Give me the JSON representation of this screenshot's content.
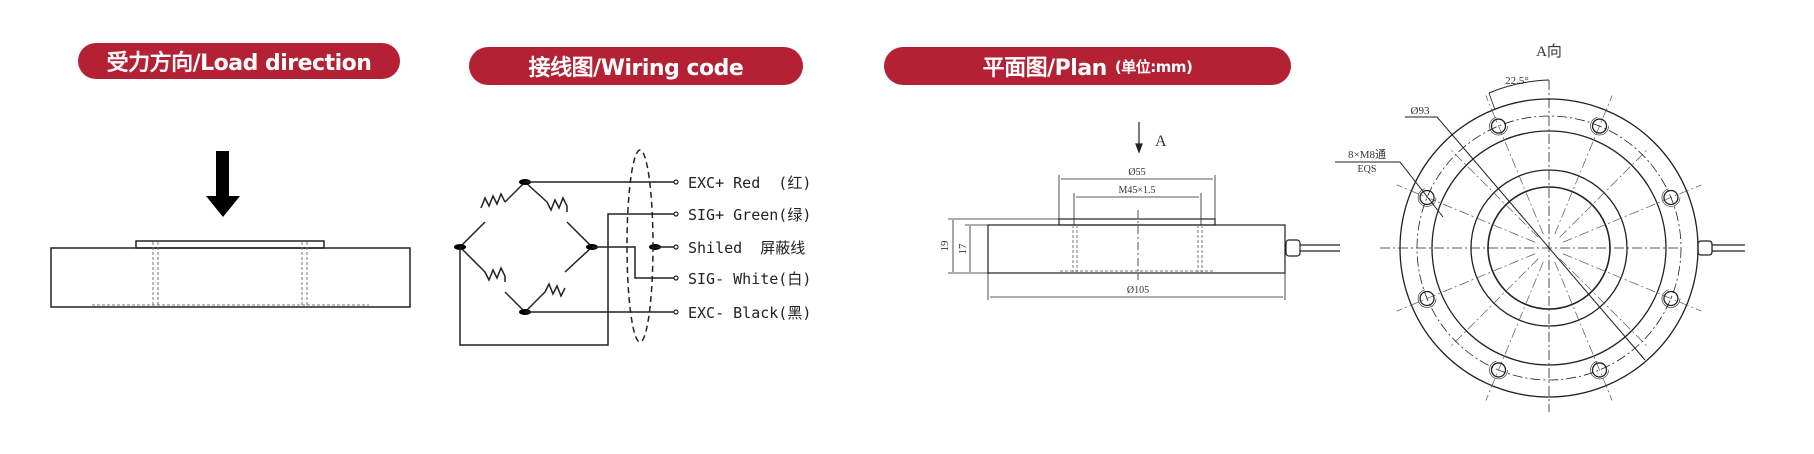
{
  "headers": {
    "load": "受力方向/Load direction",
    "wiring": "接线图/Wiring code",
    "plan": "平面图/Plan",
    "plan_unit": "(单位:mm)"
  },
  "wiring": {
    "wires": [
      {
        "label": "EXC+ Red  (红)",
        "color": "Red"
      },
      {
        "label": "SIG+ Green(绿)",
        "color": "Green"
      },
      {
        "label": "Shiled  屏蔽线",
        "color": "Shield"
      },
      {
        "label": "SIG- White(白)",
        "color": "White"
      },
      {
        "label": "EXC- Black(黑)",
        "color": "Black"
      }
    ]
  },
  "plan": {
    "side_view": {
      "direction_label": "A",
      "dia_top": "Ø55",
      "thread": "M45×1.5",
      "height_total": "19",
      "height_body": "17",
      "dia_body": "Ø105"
    },
    "top_view": {
      "title": "A向",
      "angle": "22.5°",
      "bolt_circle": "Ø93",
      "holes": "8×M8通",
      "holes_spacing": "EQS"
    }
  },
  "colors": {
    "accent": "#b42135"
  }
}
